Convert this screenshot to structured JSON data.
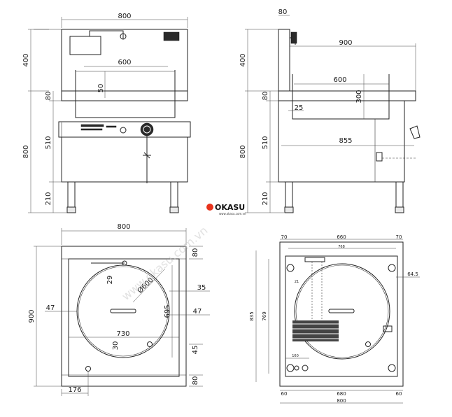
{
  "brand": {
    "logo_text": "OKASU",
    "logo_sub": "www.okasu.com.vn"
  },
  "front_view": {
    "width": "800",
    "inner_width": "600",
    "depth_50": "50",
    "left_dims": [
      "400",
      "800"
    ],
    "side_dims": [
      "80",
      "510",
      "210"
    ]
  },
  "side_view": {
    "top": "80",
    "width": "900",
    "inner": "600",
    "depth": "300",
    "gap": "25",
    "pipe": "855",
    "left_dims": [
      "400",
      "800"
    ],
    "side_dims": [
      "80",
      "510",
      "210"
    ]
  },
  "top_view": {
    "width": "800",
    "height": "900",
    "dims": [
      "80",
      "29",
      "Ø600",
      "35",
      "47",
      "695",
      "47",
      "730",
      "30",
      "45",
      "80",
      "176"
    ]
  },
  "bottom_view": {
    "top_dims": [
      "70",
      "660",
      "70"
    ],
    "inner_top": "768",
    "left_dims": [
      "835",
      "769"
    ],
    "right_dim": "64.5",
    "mid_small": [
      "21",
      "160"
    ],
    "bottom_dims": [
      "60",
      "680",
      "60"
    ],
    "total": "800"
  }
}
